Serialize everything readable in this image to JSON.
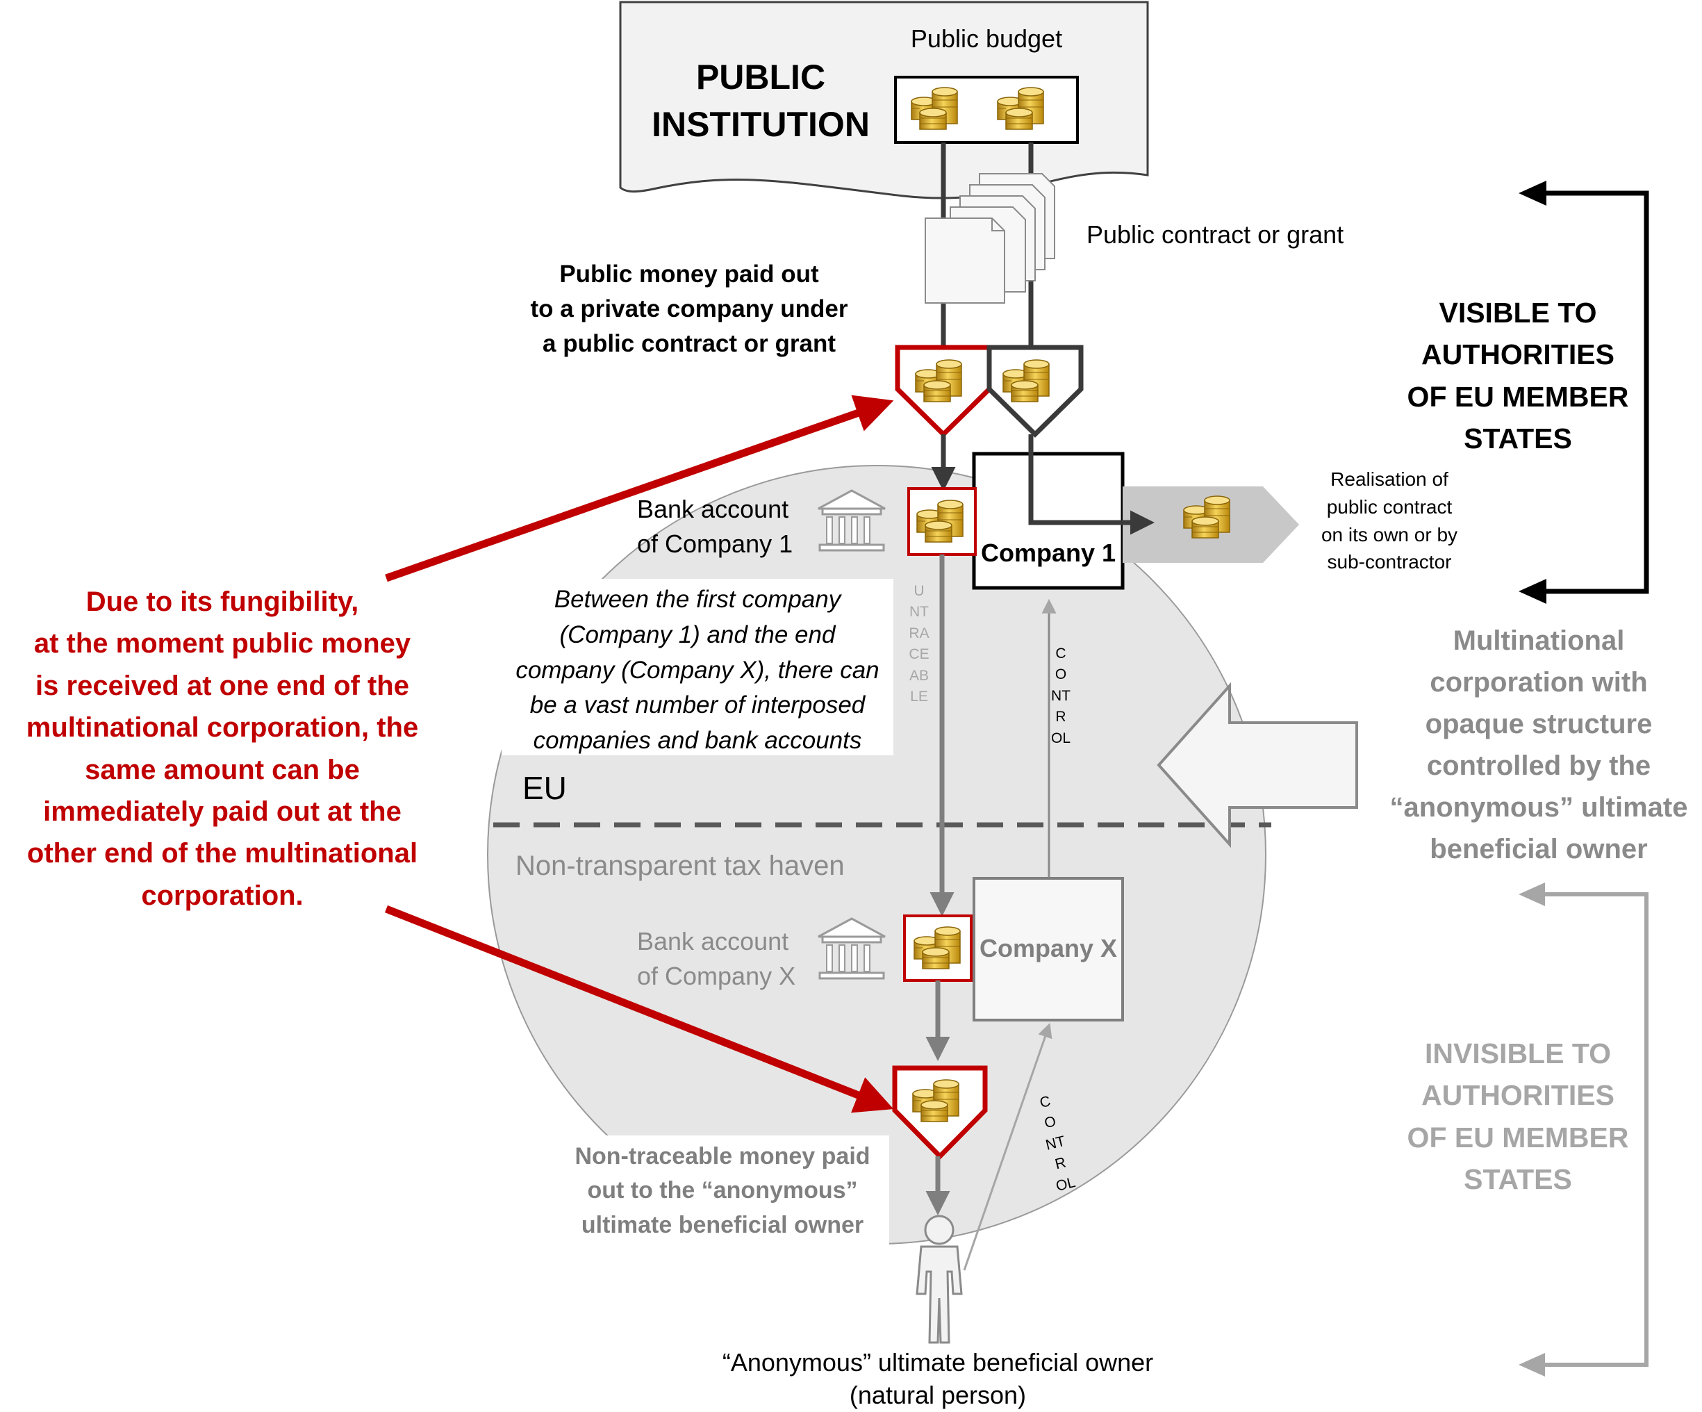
{
  "institution": {
    "title_line1": "PUBLIC",
    "title_line2": "INSTITUTION",
    "budget_label": "Public budget"
  },
  "contract_label": "Public contract or grant",
  "payout_label": {
    "line1": "Public money paid out",
    "line2": "to a private company under",
    "line3": "a public contract or grant"
  },
  "bank1": {
    "line1": "Bank account",
    "line2": "of Company 1"
  },
  "company1": "Company 1",
  "realisation": {
    "line1": "Realisation of",
    "line2": "public contract",
    "line3": "on its own or by",
    "line4": "sub-contractor"
  },
  "interposed_note": {
    "line1": "Between the first company",
    "line2": "(Company 1) and the end",
    "line3": "company (Company X), there can",
    "line4": "be a vast number of interposed",
    "line5": "companies and bank accounts"
  },
  "untraceable": "UNTRACEABLE",
  "control_upper": "CONTROL",
  "control_lower": "CONTROL",
  "zone_eu": "EU",
  "zone_haven": "Non-transparent tax haven",
  "bankx": {
    "line1": "Bank account",
    "line2": "of Company X"
  },
  "companyx": "Company X",
  "nontraceable": {
    "line1": "Non-traceable money paid",
    "line2": "out to the “anonymous”",
    "line3": "ultimate beneficial owner"
  },
  "owner": {
    "line1": "“Anonymous” ultimate beneficial owner",
    "line2": "(natural person)"
  },
  "fungibility": {
    "line1": "Due to its fungibility,",
    "line2": "at the moment public money",
    "line3": "is received at one end of the",
    "line4": "multinational corporation, the",
    "line5": "same amount can be",
    "line6": "immediately paid out at the",
    "line7": "other end of the multinational",
    "line8": "corporation."
  },
  "visible": {
    "line1": "VISIBLE TO",
    "line2": "AUTHORITIES",
    "line3": "OF EU MEMBER",
    "line4": "STATES"
  },
  "multinational": {
    "line1": "Multinational",
    "line2": "corporation with",
    "line3": "opaque structure",
    "line4": "controlled by the",
    "line5": "“anonymous” ultimate",
    "line6": "beneficial owner"
  },
  "invisible": {
    "line1": "INVISIBLE TO",
    "line2": "AUTHORITIES",
    "line3": "OF EU MEMBER",
    "line4": "STATES"
  },
  "icons": [
    "coins-icon",
    "document-stack-icon",
    "bank-building-icon",
    "person-icon"
  ],
  "colors": {
    "red": "#c00000",
    "dark": "#3a3a3a",
    "grey": "#7f7f7f",
    "light_grey": "#a6a6a6",
    "circle_fill": "#e6e6e6"
  }
}
